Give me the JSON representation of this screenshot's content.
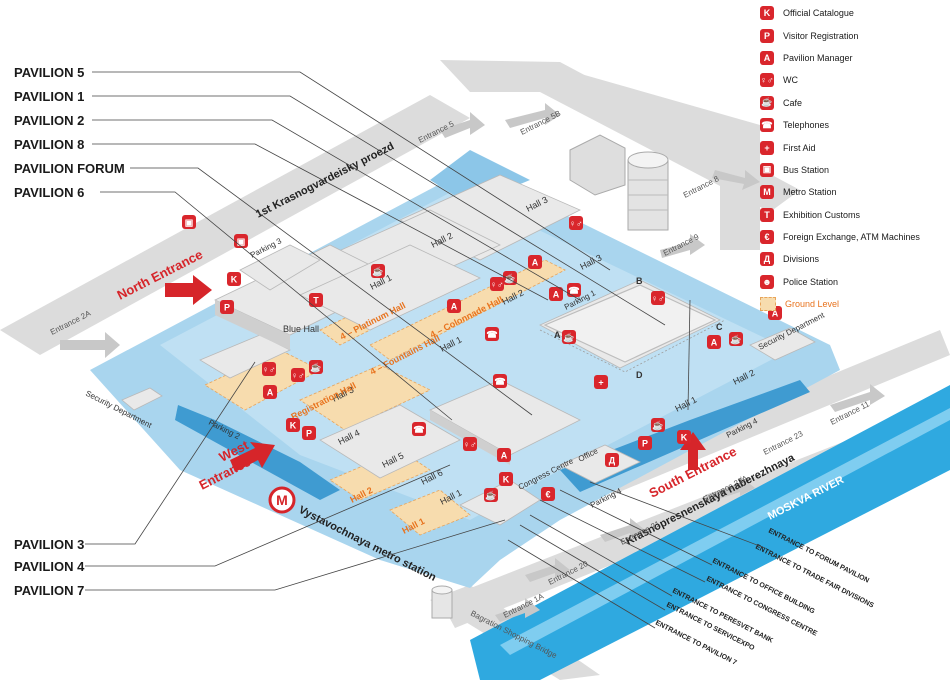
{
  "legend": {
    "items": [
      {
        "glyph": "K",
        "label": "Official Catalogue",
        "icon": "catalogue-icon"
      },
      {
        "glyph": "P",
        "label": "Visitor Registration",
        "icon": "registration-icon"
      },
      {
        "glyph": "A",
        "label": "Pavilion Manager",
        "icon": "manager-icon"
      },
      {
        "glyph": "♀♂",
        "label": "WC",
        "icon": "wc-icon"
      },
      {
        "glyph": "☕",
        "label": "Cafe",
        "icon": "cafe-icon"
      },
      {
        "glyph": "☎",
        "label": "Telephones",
        "icon": "telephone-icon"
      },
      {
        "glyph": "+",
        "label": "First Aid",
        "icon": "first-aid-icon"
      },
      {
        "glyph": "▣",
        "label": "Bus Station",
        "icon": "bus-icon"
      },
      {
        "glyph": "M",
        "label": "Metro Station",
        "icon": "metro-icon"
      },
      {
        "glyph": "T",
        "label": "Exhibition Customs",
        "icon": "customs-icon"
      },
      {
        "glyph": "€",
        "label": "Foreign Exchange, ATM Machines",
        "icon": "exchange-icon"
      },
      {
        "glyph": "Д",
        "label": "Divisions",
        "icon": "divisions-icon"
      },
      {
        "glyph": "☻",
        "label": "Police Station",
        "icon": "police-icon"
      }
    ],
    "ground_level": "Ground Level"
  },
  "pavilions_left": [
    "PAVILION 5",
    "PAVILION 1",
    "PAVILION 2",
    "PAVILION 8",
    "PAVILION FORUM",
    "PAVILION 6"
  ],
  "pavilions_bottom": [
    "PAVILION 3",
    "PAVILION 4",
    "PAVILION 7"
  ],
  "streets": {
    "krasnogvardeysky": "1st Krasnogvardeisky proezd",
    "naberezhnaya": "Krasnopresnenskaya naberezhnaya",
    "metro": "Vystavochnaya metro station",
    "river": "MOSKVA RIVER",
    "bagration": "Bagration Shopping Bridge"
  },
  "entrances": {
    "north": "North Entrance",
    "west_1": "West",
    "west_2": "Entrance",
    "south": "South Entrance",
    "e5": "Entrance 5",
    "e5b": "Entrance 5B",
    "e8": "Entrance 8",
    "e9": "Entrance 9",
    "e2a": "Entrance 2A",
    "e11": "Entrance 11",
    "e23": "Entrance 23",
    "e22a": "Entrance 22A",
    "e21": "Entrance 21",
    "e20": "Entrance 20",
    "e1a": "Entrance 1A"
  },
  "entrance_to": [
    "ENTRANCE TO FORUM PAVILION",
    "ENTRANCE TO TRADE FAIR DIVISIONS",
    "ENTRANCE TO OFFICE BUILDING",
    "ENTRANCE TO CONGRESS CENTRE",
    "ENTRANCE TO PERESVET BANK",
    "ENTRANCE TO SERVICEXPO",
    "ENTRANCE TO PAVILION 7"
  ],
  "halls": {
    "hall3_top": "Hall 3",
    "hall2_top": "Hall 2",
    "hall1_top": "Hall 1",
    "hall2_mid": "Hall 2",
    "hall3_mid": "Hall 3",
    "hall1_mid": "Hall 1",
    "hall1_right": "Hall 1",
    "hall2_right": "Hall 2",
    "blue_hall": "Blue Hall",
    "hall3_low": "Hall 3",
    "hall4": "Hall 4",
    "hall5": "Hall 5",
    "hall6": "Hall 6",
    "hall1_low": "Hall 1"
  },
  "orange_labels": {
    "platinum": "4 – Platinum Hall",
    "colonnade": "4 – Colonnade Hall",
    "fountains": "4 – Fountains Hall",
    "registration": "Registration Hall",
    "hall2_ground": "Hall 2",
    "hall1_ground": "Hall 1"
  },
  "parking": {
    "p1": "Parking 1",
    "p2": "Parking 2",
    "p3": "Parking 3",
    "p4a": "Parking 4",
    "p4b": "Parking 4"
  },
  "misc": {
    "security_left": "Security Department",
    "security_right": "Security Department",
    "office": "Office",
    "congress": "Congress Centre"
  },
  "map_letters": {
    "a": "A",
    "b": "B",
    "c": "C",
    "d": "D"
  },
  "colors": {
    "water": "#2fa9e0",
    "site": "#9fd0ec",
    "site_light": "#cfe6f5",
    "road": "#dddddd",
    "ground": "#f7dcae",
    "accent": "#d6252a",
    "icon_bg": "#d9262c"
  }
}
